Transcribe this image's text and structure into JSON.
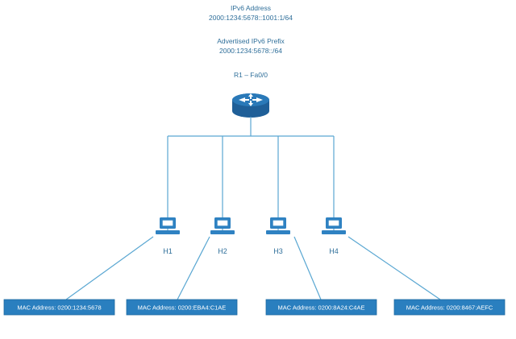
{
  "diagram": {
    "ipv6_address_title": "IPv6 Address",
    "ipv6_address_value": "2000:1234:5678::1001:1/64",
    "advertised_prefix_title": "Advertised IPv6 Prefix",
    "advertised_prefix_value": "2000:1234:5678::/64",
    "router_label": "R1 – Fa0/0",
    "hosts": [
      {
        "name": "H1",
        "mac": "MAC Address: 0200:1234:5678"
      },
      {
        "name": "H2",
        "mac": "MAC Address: 0200:EBA4:C1AE"
      },
      {
        "name": "H3",
        "mac": "MAC Address: 0200:8A24:C4AE"
      },
      {
        "name": "H4",
        "mac": "MAC Address: 0200:8467:AEFC"
      }
    ],
    "colors": {
      "line": "#5aa7d2",
      "box": "#2a7fbf",
      "text": "#2f6f9a",
      "device": "#2f82c2",
      "router": "#1f5f98"
    },
    "icons": {
      "router": "router-icon",
      "host": "computer-icon"
    }
  }
}
